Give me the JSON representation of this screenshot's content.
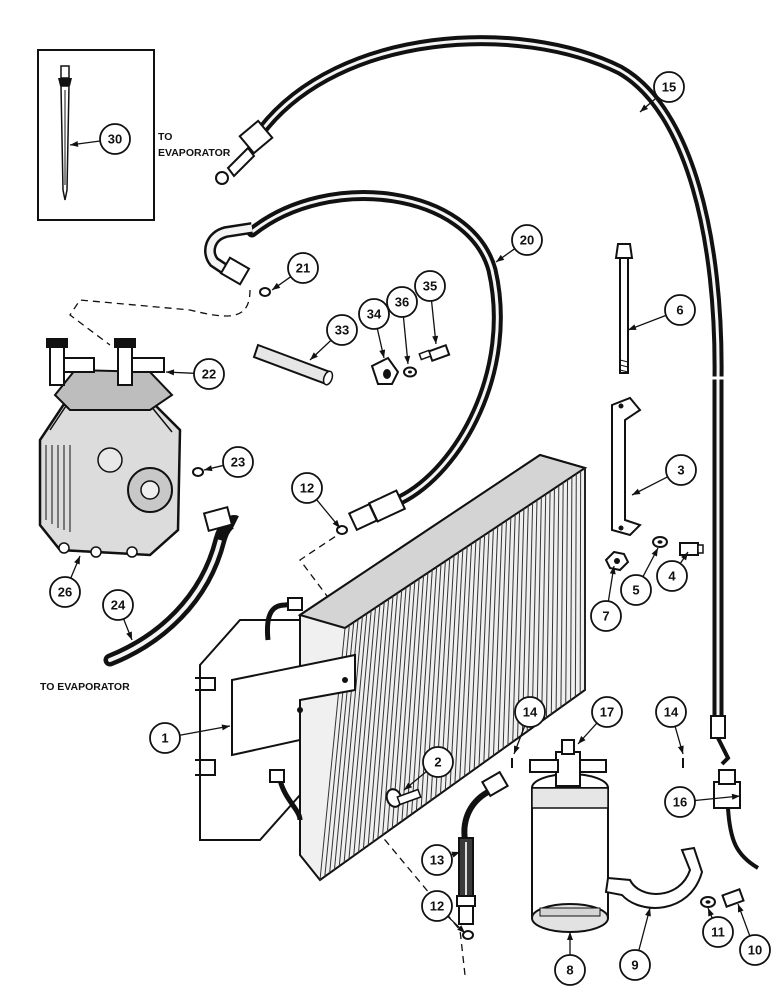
{
  "labels": {
    "to_evaporator_top": [
      "TO",
      "EVAPORATOR"
    ],
    "to_evaporator_bottom": "TO EVAPORATOR"
  },
  "callouts": [
    {
      "id": "1"
    },
    {
      "id": "2"
    },
    {
      "id": "3"
    },
    {
      "id": "4"
    },
    {
      "id": "5"
    },
    {
      "id": "6"
    },
    {
      "id": "7"
    },
    {
      "id": "8"
    },
    {
      "id": "9"
    },
    {
      "id": "10"
    },
    {
      "id": "11"
    },
    {
      "id": "12"
    },
    {
      "id": "12"
    },
    {
      "id": "13"
    },
    {
      "id": "14"
    },
    {
      "id": "14"
    },
    {
      "id": "15"
    },
    {
      "id": "16"
    },
    {
      "id": "17"
    },
    {
      "id": "20"
    },
    {
      "id": "21"
    },
    {
      "id": "22"
    },
    {
      "id": "23"
    },
    {
      "id": "24"
    },
    {
      "id": "26"
    },
    {
      "id": "30"
    },
    {
      "id": "33"
    },
    {
      "id": "34"
    },
    {
      "id": "35"
    },
    {
      "id": "36"
    }
  ]
}
